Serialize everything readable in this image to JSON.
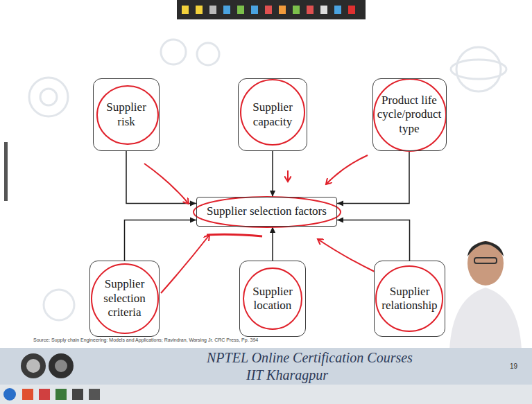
{
  "diagram": {
    "nodes": [
      {
        "text": [
          "Supplier risk"
        ]
      },
      {
        "text": [
          "Supplier capacity"
        ]
      },
      {
        "text": [
          "Product life cycle/product type"
        ]
      },
      {
        "text": [
          "Supplier selection factors"
        ]
      },
      {
        "text": [
          "Supplier selection criteria"
        ]
      },
      {
        "text": [
          "Supplier location"
        ]
      },
      {
        "text": [
          "Supplier relationship"
        ]
      }
    ],
    "edges": [
      {
        "from": 0,
        "to": 3,
        "arrow": "to"
      },
      {
        "from": 1,
        "to": 3,
        "arrow": "to"
      },
      {
        "from": 2,
        "to": 3,
        "arrow": "to"
      },
      {
        "from": 4,
        "to": 3,
        "arrow": "to"
      },
      {
        "from": 5,
        "to": 3,
        "arrow": "to"
      },
      {
        "from": 6,
        "to": 3,
        "arrow": "to"
      }
    ],
    "labels": [
      "Source: Supply chain Engineering: Models and Applications; Ravindran, Warsing Jr. CRC Press, Pp. 394",
      "NPTEL Online Certification Courses",
      "IIT Kharagpur",
      "19"
    ]
  }
}
